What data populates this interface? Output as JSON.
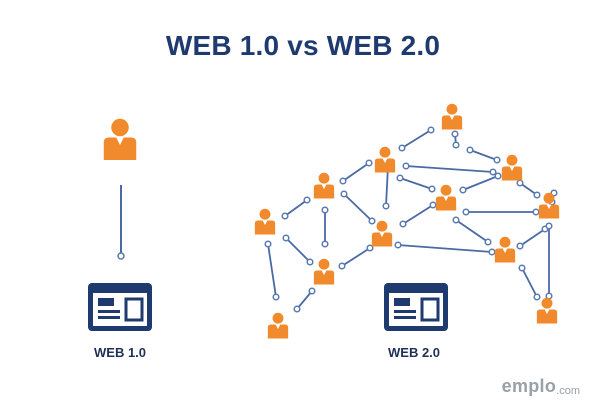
{
  "title": "WEB 1.0 vs WEB 2.0",
  "captions": {
    "web1": "WEB 1.0",
    "web2": "WEB 2.0"
  },
  "brand": {
    "main": "emplo",
    "suffix": ".com"
  },
  "colors": {
    "person": "#f08a2c",
    "line": "#4a6aa5",
    "node": "#5a78b3",
    "webpage": "#1f3a6e",
    "title": "#1f3a6e"
  },
  "icons": {
    "person": "user-icon",
    "webpage": "webpage-icon"
  }
}
